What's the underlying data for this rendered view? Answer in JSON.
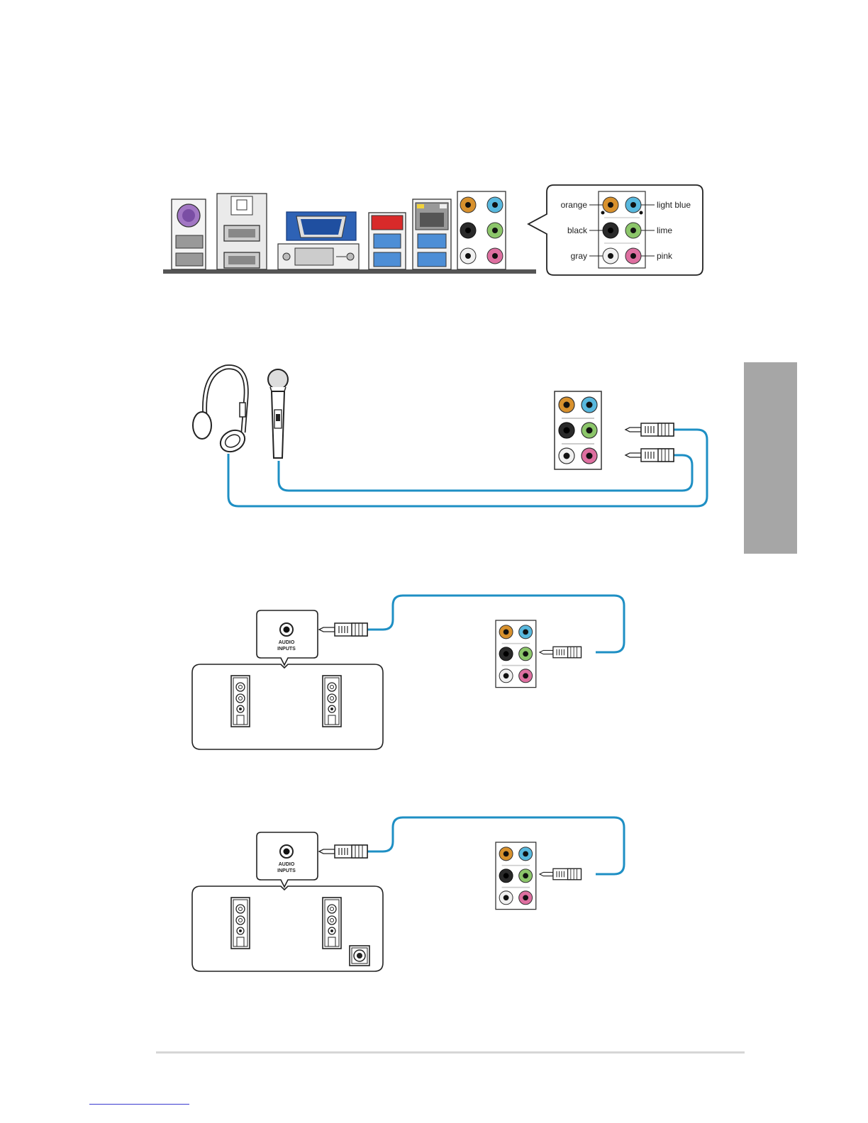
{
  "rear_panel_legend": {
    "left_labels": [
      "orange",
      "black",
      "gray"
    ],
    "right_labels": [
      "light blue",
      "lime",
      "pink"
    ]
  },
  "audio_input_label": {
    "line1": "AUDIO",
    "line2": "INPUTS"
  },
  "colors": {
    "orange": "#d8912d",
    "light_blue": "#58b8de",
    "black": "#2a2a2a",
    "lime": "#8cc66a",
    "gray": "#f0f0f0",
    "pink": "#de6fa0",
    "cable": "#1e8fc4",
    "side_tab": "#a6a6a6"
  }
}
